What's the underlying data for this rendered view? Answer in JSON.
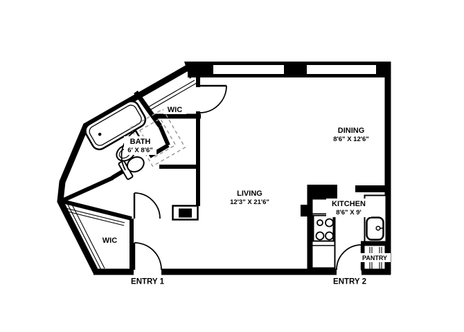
{
  "plan": {
    "background_color": "#ffffff",
    "wall_color": "#000000",
    "dashed_line_color": "#9a9a9a"
  },
  "rooms": {
    "wic_upper": {
      "label": "WIC"
    },
    "bath": {
      "label": "BATH",
      "dimensions": "6' X 8'6\""
    },
    "dining": {
      "label": "DINING",
      "dimensions": "8'6\" X 12'6\""
    },
    "living": {
      "label": "LIVING",
      "dimensions": "12'3\" X 21'6\""
    },
    "kitchen": {
      "label": "KITCHEN",
      "dimensions": "8'6\" X 9'"
    },
    "wic_lower": {
      "label": "WIC"
    },
    "pantry": {
      "label": "PANTRY"
    }
  },
  "entries": {
    "entry1": {
      "label": "ENTRY 1"
    },
    "entry2": {
      "label": "ENTRY 2"
    }
  },
  "fixtures": [
    "bathtub",
    "pedestal-sink",
    "toilet",
    "range-burners",
    "kitchen-sink",
    "windows",
    "door-swings",
    "closet-rods",
    "pantry-shelves",
    "utility-closet"
  ]
}
